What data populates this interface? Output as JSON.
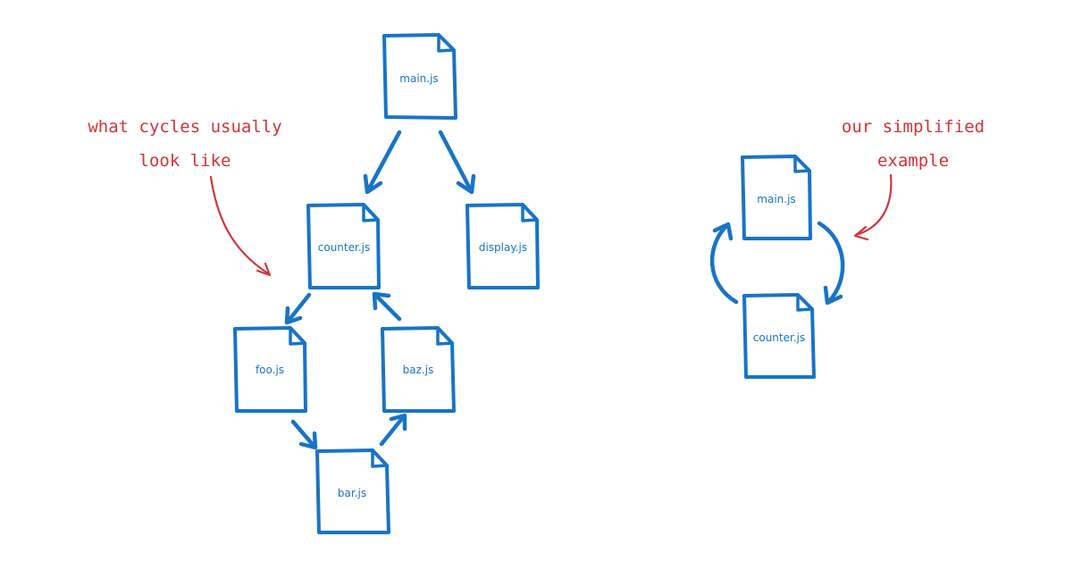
{
  "colors": {
    "file": "#1874c6",
    "annotation": "#d0353a",
    "background": "#ffffff"
  },
  "left_diagram": {
    "annotation": {
      "line1": "what cycles usually",
      "line2": "look like"
    },
    "files": {
      "main": "main.js",
      "counter": "counter.js",
      "display": "display.js",
      "foo": "foo.js",
      "baz": "baz.js",
      "bar": "bar.js"
    },
    "edges": [
      [
        "main.js",
        "counter.js"
      ],
      [
        "main.js",
        "display.js"
      ],
      [
        "counter.js",
        "foo.js"
      ],
      [
        "foo.js",
        "bar.js"
      ],
      [
        "bar.js",
        "baz.js"
      ],
      [
        "baz.js",
        "counter.js"
      ]
    ]
  },
  "right_diagram": {
    "annotation": {
      "line1": "our simplified",
      "line2": "example"
    },
    "files": {
      "main": "main.js",
      "counter": "counter.js"
    },
    "edges": [
      [
        "main.js",
        "counter.js"
      ],
      [
        "counter.js",
        "main.js"
      ]
    ]
  }
}
